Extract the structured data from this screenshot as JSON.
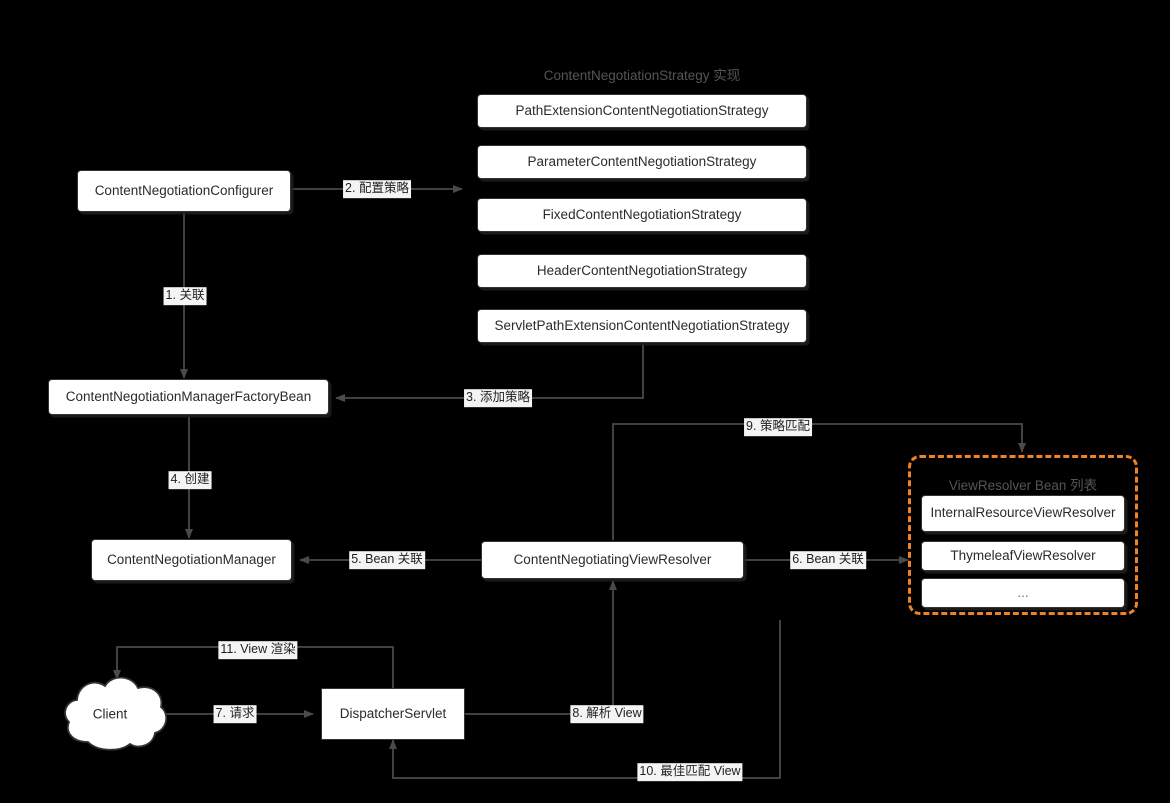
{
  "diagram": {
    "title_text": "ContentNegotiationStrategy 实现",
    "viewresolver_group_title": "ViewResolver Bean 列表",
    "background": "#000000",
    "accent": "#ef8126",
    "node_fill": "#ffffff",
    "node_stroke": "#333333",
    "edge_stroke": "#4a4a4a"
  },
  "nodes": {
    "configurer": "ContentNegotiationConfigurer",
    "factory_bean": "ContentNegotiationManagerFactoryBean",
    "manager": "ContentNegotiationManager",
    "negotiating_view_resolver": "ContentNegotiatingViewResolver",
    "dispatcher_servlet": "DispatcherServlet",
    "client": "Client"
  },
  "strategies": [
    "PathExtensionContentNegotiationStrategy",
    "ParameterContentNegotiationStrategy",
    "FixedContentNegotiationStrategy",
    "HeaderContentNegotiationStrategy",
    "ServletPathExtensionContentNegotiationStrategy"
  ],
  "view_resolvers": [
    "InternalResourceViewResolver",
    "ThymeleafViewResolver",
    "..."
  ],
  "edge_labels": {
    "e1": "1. 关联",
    "e2": "2. 配置策略",
    "e3": "3. 添加策略",
    "e4": "4. 创建",
    "e5": "5. Bean 关联",
    "e6": "6. Bean 关联",
    "e7": "7. 请求",
    "e8": "8. 解析 View",
    "e9": "9. 策略匹配",
    "e10": "10. 最佳匹配 View",
    "e11": "11. View 渲染"
  }
}
